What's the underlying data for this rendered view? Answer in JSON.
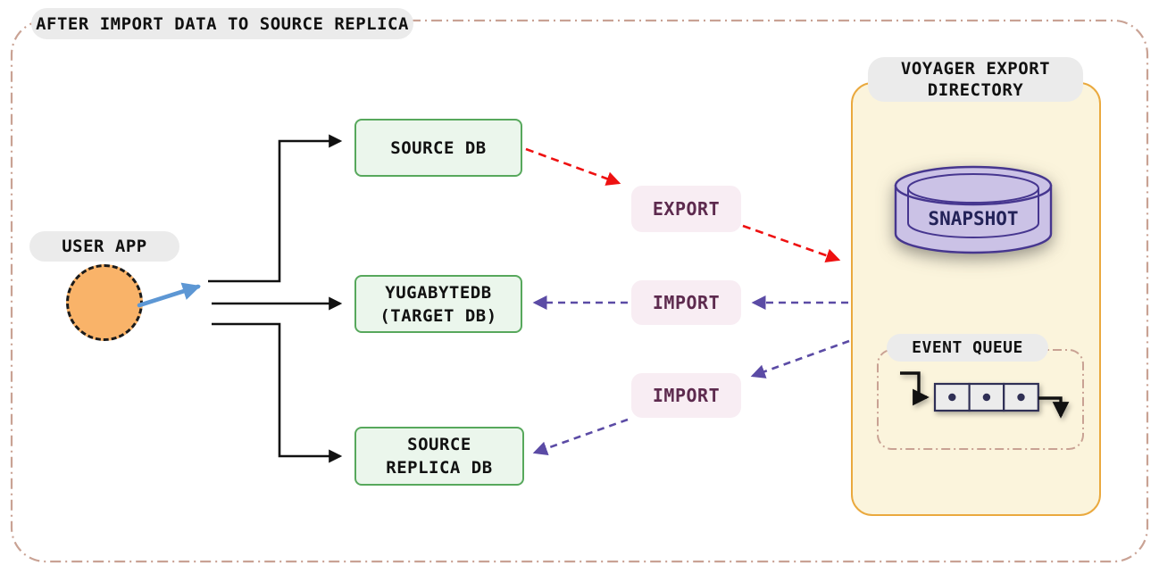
{
  "title": "AFTER IMPORT DATA TO SOURCE REPLICA",
  "user_app": {
    "label": "USER APP"
  },
  "nodes": {
    "source_db": {
      "label": "SOURCE DB"
    },
    "target_db": {
      "line1": "YUGABYTEDB",
      "line2": "(TARGET DB)"
    },
    "source_replica": {
      "line1": "SOURCE",
      "line2": "REPLICA DB"
    }
  },
  "ops": {
    "export": {
      "label": "EXPORT"
    },
    "import_middle": {
      "label": "IMPORT"
    },
    "import_bottom": {
      "label": "IMPORT"
    }
  },
  "voyager": {
    "title_line1": "VOYAGER EXPORT",
    "title_line2": "DIRECTORY",
    "snapshot": {
      "label": "SNAPSHOT"
    },
    "event_queue": {
      "label": "EVENT QUEUE"
    }
  },
  "colors": {
    "background": "#ffffff",
    "outer_border": "#c9a294",
    "pill_bg": "#ebebeb",
    "pill_text": "#111111",
    "node_green_bg": "#ebf6ec",
    "node_green_border": "#57a85c",
    "node_text": "#111111",
    "op_pink_bg": "#f8edf3",
    "op_pink_text": "#5d2a4e",
    "voyager_bg": "#fbf4dc",
    "voyager_border": "#eaa93e",
    "cylinder_fill": "#cbc2e6",
    "cylinder_border": "#46368f",
    "snapshot_text": "#232258",
    "queue_square_fill": "#ececec",
    "queue_square_border": "#2f2f55",
    "event_queue_border": "#c9a294",
    "arrow_black": "#111111",
    "arrow_red": "#ee1111",
    "arrow_purple": "#5b4ba5",
    "arrow_blue": "#5d97d4",
    "user_circle_fill": "#f9b369",
    "user_circle_border": "#1a1a1a"
  }
}
